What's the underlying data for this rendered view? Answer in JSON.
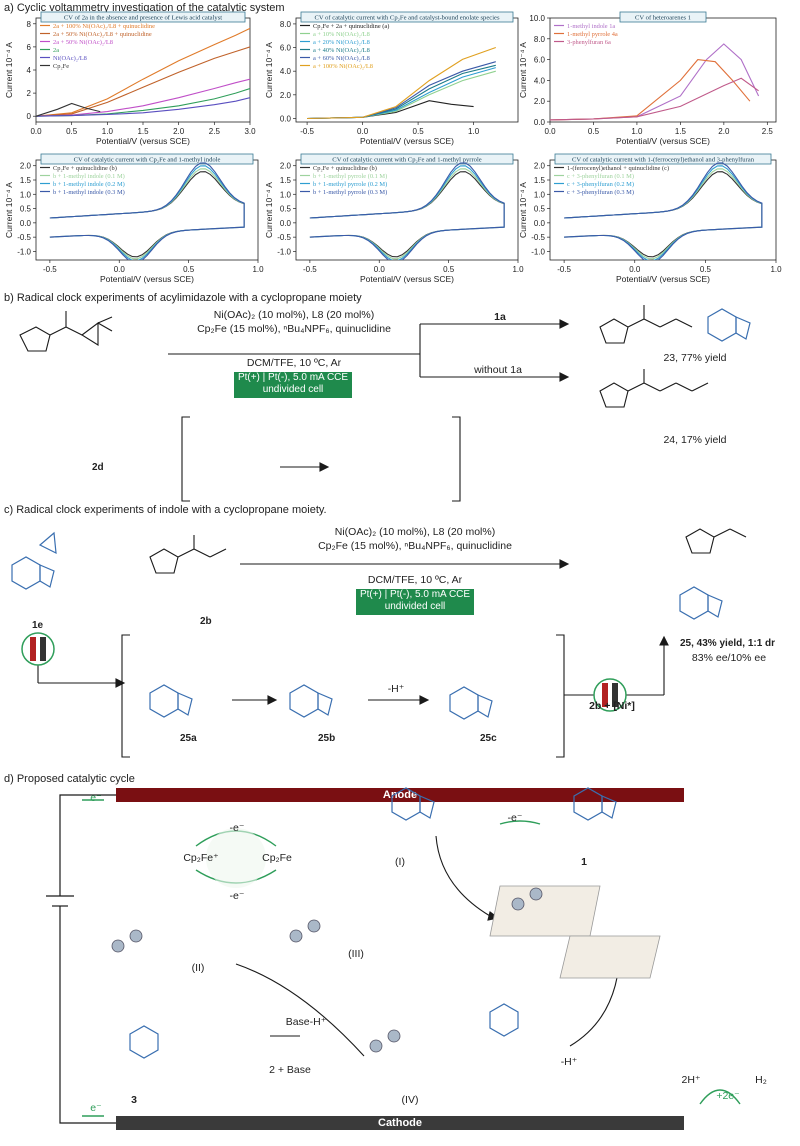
{
  "sections": {
    "a": "a) Cyclic voltammetry investigation of the catalytic system",
    "b": "b) Radical clock experiments of acylimidazole with a cyclopropane moiety",
    "c": "c) Radical clock experiments of indole with a cyclopropane moiety.",
    "d": "d) Proposed catalytic cycle"
  },
  "chart_data": [
    {
      "type": "line",
      "title": "CV of 2a in the absence and presence of Lewis acid catalyst",
      "xlabel": "Potential/V (versus SCE)",
      "ylabel": "Current 10⁻⁴ A",
      "xlim": [
        0,
        3.0
      ],
      "ylim": [
        -0.5,
        8.5
      ],
      "xticks": [
        "0.0",
        "0.5",
        "1.0",
        "1.5",
        "2.0",
        "2.5",
        "3.0"
      ],
      "yticks": [
        "0",
        "2",
        "4",
        "6",
        "8"
      ],
      "legend_position": "top-left",
      "series": [
        {
          "name": "2a + 100% Ni(OAc)₂/L8 + quinuclidine",
          "color": "#e07b2a",
          "x": [
            0,
            0.5,
            1.0,
            1.5,
            2.0,
            2.5,
            2.8,
            3.0
          ],
          "y": [
            0,
            0.3,
            1.5,
            3.2,
            4.8,
            6.2,
            7.0,
            7.6
          ]
        },
        {
          "name": "2a + 50% Ni(OAc)₂/L8 + quinuclidine",
          "color": "#c0622a",
          "x": [
            0,
            0.5,
            1.0,
            1.5,
            2.0,
            2.5,
            2.8,
            3.0
          ],
          "y": [
            0,
            0.2,
            1.2,
            2.5,
            3.8,
            5.0,
            5.6,
            6.0
          ]
        },
        {
          "name": "2a + 50% Ni(OAc)₂/L8",
          "color": "#c04fc8",
          "x": [
            0,
            0.5,
            1.0,
            1.5,
            2.0,
            2.5,
            2.8,
            3.0
          ],
          "y": [
            0,
            0.1,
            0.4,
            0.9,
            1.6,
            2.4,
            2.9,
            3.2
          ]
        },
        {
          "name": "2a",
          "color": "#2f9e5a",
          "x": [
            0,
            0.5,
            1.0,
            1.5,
            2.0,
            2.5,
            2.8,
            3.0
          ],
          "y": [
            0,
            0.05,
            0.2,
            0.5,
            0.9,
            1.5,
            2.0,
            2.4
          ]
        },
        {
          "name": "Ni(OAc)₂/L8",
          "color": "#5a4fc0",
          "x": [
            0,
            0.5,
            1.0,
            1.5,
            2.0,
            2.5,
            2.8,
            3.0
          ],
          "y": [
            0,
            0.05,
            0.15,
            0.3,
            0.6,
            1.0,
            1.3,
            1.6
          ]
        },
        {
          "name": "Cp₂Fe",
          "color": "#333333",
          "x": [
            0,
            0.3,
            0.5,
            0.7,
            0.9
          ],
          "y": [
            0,
            0.6,
            1.1,
            0.7,
            0.4
          ]
        }
      ]
    },
    {
      "type": "line",
      "title": "CV of catalytic current with Cp₂Fe and catalyst-bound enolate species",
      "xlabel": "Potential/V (versus SCE)",
      "ylabel": "Current 10⁻⁴ A",
      "xlim": [
        -0.6,
        1.4
      ],
      "ylim": [
        -0.3,
        8.5
      ],
      "xticks": [
        "-0.5",
        "0.0",
        "0.5",
        "1.0"
      ],
      "yticks": [
        "0.0",
        "2.0",
        "4.0",
        "6.0",
        "8.0"
      ],
      "legend_position": "top-left",
      "series": [
        {
          "name": "Cp₂Fe + 2a + quinuclidine (a)",
          "color": "#222222",
          "x": [
            -0.5,
            0,
            0.3,
            0.6,
            0.8,
            1.0
          ],
          "y": [
            0,
            0.1,
            0.5,
            1.5,
            1.2,
            1.0
          ]
        },
        {
          "name": "a + 10% Ni(OAc)₂/L8",
          "color": "#8fd18f",
          "x": [
            -0.5,
            0,
            0.3,
            0.6,
            0.9,
            1.2
          ],
          "y": [
            0,
            0.1,
            0.6,
            2.0,
            3.2,
            4.0
          ]
        },
        {
          "name": "a + 20% Ni(OAc)₂/L8",
          "color": "#2e9ed1",
          "x": [
            -0.5,
            0,
            0.3,
            0.6,
            0.9,
            1.2
          ],
          "y": [
            0,
            0.1,
            0.7,
            2.2,
            3.5,
            4.3
          ]
        },
        {
          "name": "a + 40% Ni(OAc)₂/L8",
          "color": "#1c7a88",
          "x": [
            -0.5,
            0,
            0.3,
            0.6,
            0.9,
            1.2
          ],
          "y": [
            0,
            0.1,
            0.8,
            2.5,
            3.8,
            4.5
          ]
        },
        {
          "name": "a + 60% Ni(OAc)₂/L8",
          "color": "#3b5aa8",
          "x": [
            -0.5,
            0,
            0.3,
            0.6,
            0.9,
            1.2
          ],
          "y": [
            0,
            0.1,
            0.9,
            2.8,
            4.0,
            4.8
          ]
        },
        {
          "name": "a + 100% Ni(OAc)₂/L8",
          "color": "#e0a020",
          "x": [
            -0.5,
            0,
            0.3,
            0.6,
            0.9,
            1.2
          ],
          "y": [
            0,
            0.1,
            1.0,
            3.2,
            5.0,
            6.0
          ]
        }
      ]
    },
    {
      "type": "line",
      "title": "CV of heteroarenes 1",
      "xlabel": "Potential/V (versus SCE)",
      "ylabel": "Current 10⁻⁴ A",
      "xlim": [
        0,
        2.6
      ],
      "ylim": [
        0,
        10
      ],
      "xticks": [
        "0.0",
        "0.5",
        "1.0",
        "1.5",
        "2.0",
        "2.5"
      ],
      "yticks": [
        "0.0",
        "2.0",
        "4.0",
        "6.0",
        "8.0",
        "10.0"
      ],
      "legend_position": "top-left",
      "series": [
        {
          "name": "1-methyl indole 1a",
          "color": "#b070c8",
          "x": [
            0,
            0.5,
            1.0,
            1.5,
            1.8,
            2.0,
            2.2,
            2.4
          ],
          "y": [
            0.2,
            0.3,
            0.5,
            2.5,
            6.0,
            7.5,
            6.0,
            2.5
          ]
        },
        {
          "name": "1-methyl pyrrole 4a",
          "color": "#e0703a",
          "x": [
            0,
            0.5,
            1.0,
            1.5,
            1.7,
            1.9,
            2.1,
            2.3
          ],
          "y": [
            0.2,
            0.3,
            0.6,
            4.0,
            6.0,
            5.8,
            4.0,
            2.0
          ]
        },
        {
          "name": "3-phenylfuran 6a",
          "color": "#c05a8a",
          "x": [
            0,
            0.5,
            1.0,
            1.5,
            2.0,
            2.2,
            2.4
          ],
          "y": [
            0.2,
            0.3,
            0.5,
            1.5,
            3.5,
            4.2,
            3.0
          ]
        }
      ]
    },
    {
      "type": "line",
      "title": "CV of catalytic current with Cp₂Fe and 1-methyl indole",
      "xlabel": "Potential/V (versus SCE)",
      "ylabel": "Current 10⁻⁴ A",
      "xlim": [
        -0.6,
        1.0
      ],
      "ylim": [
        -1.3,
        2.2
      ],
      "xticks": [
        "-0.5",
        "0.0",
        "0.5",
        "1.0"
      ],
      "yticks": [
        "-1.0",
        "-0.5",
        "0.0",
        "0.5",
        "1.0",
        "1.5",
        "2.0"
      ],
      "legend_position": "top-left",
      "series": [
        {
          "name": "Cp₂Fe + quinuclidine (b)",
          "color": "#333333"
        },
        {
          "name": "b + 1-methyl indole (0.1 M)",
          "color": "#9ed39e"
        },
        {
          "name": "b + 1-methyl indole (0.2 M)",
          "color": "#2e9ed1"
        },
        {
          "name": "b + 1-methyl indole (0.3 M)",
          "color": "#3b5aa8"
        }
      ]
    },
    {
      "type": "line",
      "title": "CV of catalytic current with Cp₂Fe and 1-methyl pyrrole",
      "xlabel": "Potential/V (versus SCE)",
      "ylabel": "Current 10⁻⁴ A",
      "xlim": [
        -0.6,
        1.0
      ],
      "ylim": [
        -1.3,
        2.2
      ],
      "xticks": [
        "-0.5",
        "0.0",
        "0.5",
        "1.0"
      ],
      "yticks": [
        "-1.0",
        "-0.5",
        "0.0",
        "0.5",
        "1.0",
        "1.5",
        "2.0"
      ],
      "legend_position": "top-left",
      "series": [
        {
          "name": "Cp₂Fe + quinuclidine (b)",
          "color": "#333333"
        },
        {
          "name": "b + 1-methyl pyrrole (0.1 M)",
          "color": "#9ed39e"
        },
        {
          "name": "b + 1-methyl pyrrole (0.2 M)",
          "color": "#2e9ed1"
        },
        {
          "name": "b + 1-methyl pyrrole (0.3 M)",
          "color": "#3b5aa8"
        }
      ]
    },
    {
      "type": "line",
      "title": "CV of catalytic current with 1-(ferrocenyl)ethanol and 3-phenylfuran",
      "xlabel": "Potential/V (versus SCE)",
      "ylabel": "Current 10⁻⁴ A",
      "xlim": [
        -0.6,
        1.0
      ],
      "ylim": [
        -1.3,
        2.2
      ],
      "xticks": [
        "-0.5",
        "0.0",
        "0.5",
        "1.0"
      ],
      "yticks": [
        "-1.0",
        "-0.5",
        "0.0",
        "0.5",
        "1.0",
        "1.5",
        "2.0"
      ],
      "legend_position": "top-left",
      "series": [
        {
          "name": "1-(ferrocenyl)ethanol + quinuclidine (c)",
          "color": "#333333"
        },
        {
          "name": "c + 3-phenylfuran (0.1 M)",
          "color": "#9ed39e"
        },
        {
          "name": "c + 3-phenylfuran (0.2 M)",
          "color": "#2e9ed1"
        },
        {
          "name": "c + 3-phenylfuran (0.3 M)",
          "color": "#3b5aa8"
        }
      ]
    }
  ],
  "schemes": {
    "b": {
      "cond1": "Ni(OAc)₂ (10 mol%), L8 (20 mol%)",
      "cond2": "Cp₂Fe (15 mol%), ⁿBu₄NPF₆, quinuclidine",
      "cond3": "DCM/TFE, 10 ºC, Ar",
      "box": "Pt(+) | Pt(-), 5.0 mA CCE undivided cell",
      "reactant": "2d",
      "with": "1a",
      "without": "without 1a",
      "p1": "23, 77% yield",
      "p2": "24, 17% yield"
    },
    "c": {
      "cond1": "Ni(OAc)₂ (10 mol%), L8 (20 mol%)",
      "cond2": "Cp₂Fe (15 mol%), ⁿBu₄NPF₆, quinuclidine",
      "cond3": "DCM/TFE, 10 ºC, Ar",
      "box": "Pt(+) | Pt(-), 5.0 mA CCE undivided cell",
      "r1": "1e",
      "r2": "2b",
      "p1": "25, 43% yield, 1:1 dr",
      "p2": "83% ee/10% ee",
      "i1": "25a",
      "i2": "25b",
      "i3": "25c",
      "deprot": "-H⁺",
      "add": "2b + [Ni*]"
    },
    "d": {
      "anode": "Anode",
      "cathode": "Cathode",
      "e": "e⁻",
      "cp_plus": "Cp₂Fe⁺",
      "cp": "Cp₂Fe",
      "minus_e": "-e⁻",
      "I": "(I)",
      "II": "(II)",
      "III": "(III)",
      "IV": "(IV)",
      "n1": "1",
      "n3": "3",
      "base_h": "Base-H⁺",
      "add2": "2 + Base",
      "deprot": "-H⁺",
      "h2": "H₂",
      "h2plus": "2H⁺",
      "plus2e": "+2e⁻"
    }
  }
}
